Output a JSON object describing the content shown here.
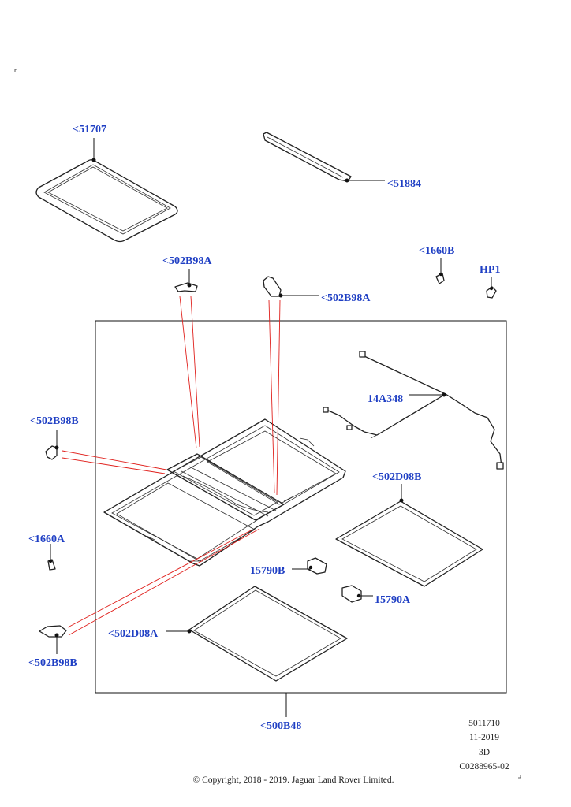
{
  "diagram": {
    "callouts": {
      "c51707": "<51707",
      "c51884": "<51884",
      "c502B98A_left": "<502B98A",
      "c502B98A_right": "<502B98A",
      "c1660B": "<1660B",
      "cHP1": "HP1",
      "c14A348": "14A348",
      "c502B98B_top": "<502B98B",
      "c502D08B": "<502D08B",
      "c1660A": "<1660A",
      "c15790B": "15790B",
      "c15790A": "15790A",
      "c502D08A": "<502D08A",
      "c502B98B_bottom": "<502B98B",
      "c500B48": "<500B48"
    },
    "meta": {
      "ref_number": "5011710",
      "date": "11-2019",
      "view": "3D",
      "code": "C0288965-02"
    },
    "copyright": "© Copyright, 2018 - 2019. Jaguar Land Rover Limited.",
    "colors": {
      "callout_text": "#1f3fc4",
      "explode_lines": "#e0201c",
      "line_art": "#222222"
    }
  }
}
